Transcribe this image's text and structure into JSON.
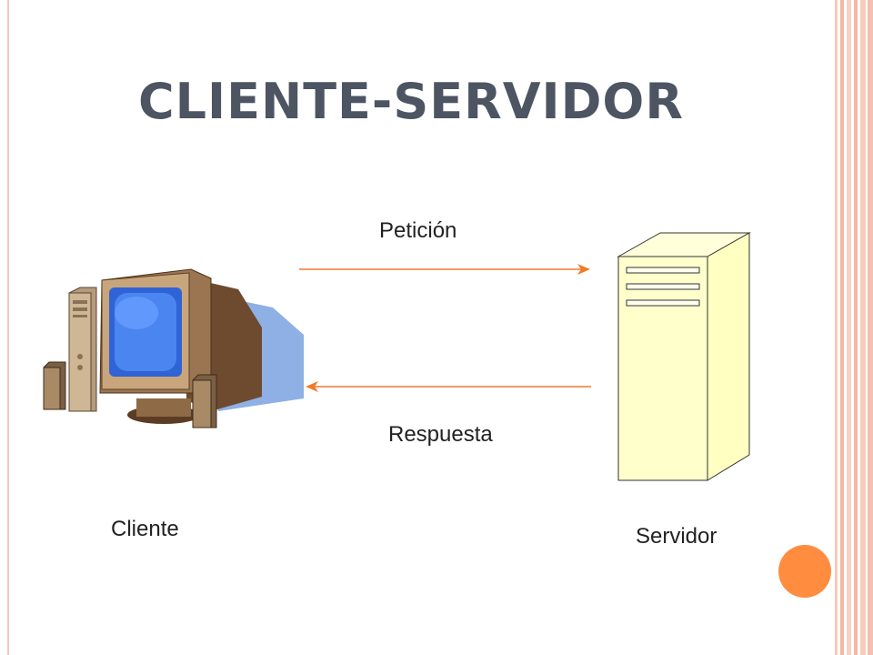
{
  "slide": {
    "title": "CLIENTE-SERVIDOR"
  },
  "diagram": {
    "request_label": "Petición",
    "response_label": "Respuesta",
    "client_label": "Cliente",
    "server_label": "Servidor"
  },
  "colors": {
    "title": "#4d5563",
    "arrow": "#f07a2c",
    "server_fill": "#ffffcc",
    "accent_circle": "#ff8c3f",
    "border_stripes": "#f9c7b6"
  },
  "icons": {
    "client": "desktop-computer-icon",
    "server": "server-tower-icon"
  }
}
